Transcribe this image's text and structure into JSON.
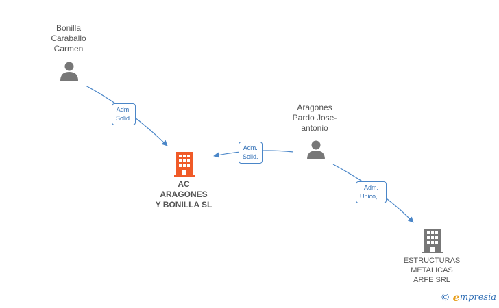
{
  "people": [
    {
      "id": "p1",
      "name": "Bonilla\nCaraballo\nCarmen"
    },
    {
      "id": "p2",
      "name": "Aragones\nPardo Jose-\nantonio"
    }
  ],
  "companies": [
    {
      "id": "c1",
      "name": "AC\nARAGONES\nY BONILLA  SL"
    },
    {
      "id": "c2",
      "name": "ESTRUCTURAS\nMETALICAS\nARFE SRL"
    }
  ],
  "edges": [
    {
      "from": "p1",
      "to": "c1",
      "label": "Adm.\nSolid."
    },
    {
      "from": "p2",
      "to": "c1",
      "label": "Adm.\nSolid."
    },
    {
      "from": "p2",
      "to": "c2",
      "label": "Adm.\nUnico,..."
    }
  ],
  "brand": {
    "copyright": "©",
    "name_initial": "e",
    "name_rest": "mpresia"
  },
  "colors": {
    "focus_company": "#f05a28",
    "company": "#777777",
    "person": "#777777",
    "edge": "#4a86c8"
  }
}
